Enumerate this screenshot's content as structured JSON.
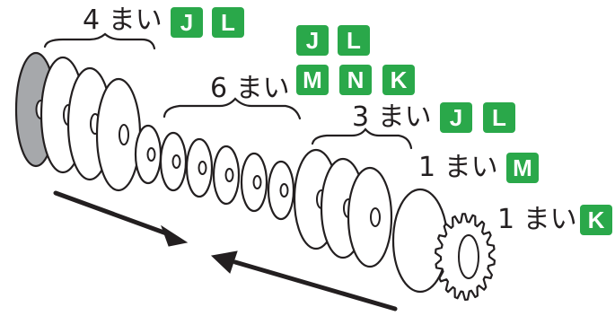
{
  "colors": {
    "badge_green": "#2aa84a",
    "line": "#231f20",
    "gray_disc": "#a6a8ab",
    "white": "#ffffff"
  },
  "groups": [
    {
      "label": "4 まい",
      "badges": [
        "J",
        "L"
      ]
    },
    {
      "label": "6 まい",
      "badges": [
        "J",
        "L",
        "M",
        "N",
        "K"
      ]
    },
    {
      "label": "3 まい",
      "badges": [
        "J",
        "L"
      ]
    },
    {
      "label": "1 まい",
      "badges": [
        "M"
      ]
    },
    {
      "label": "1 まい",
      "badges": [
        "K"
      ]
    }
  ]
}
